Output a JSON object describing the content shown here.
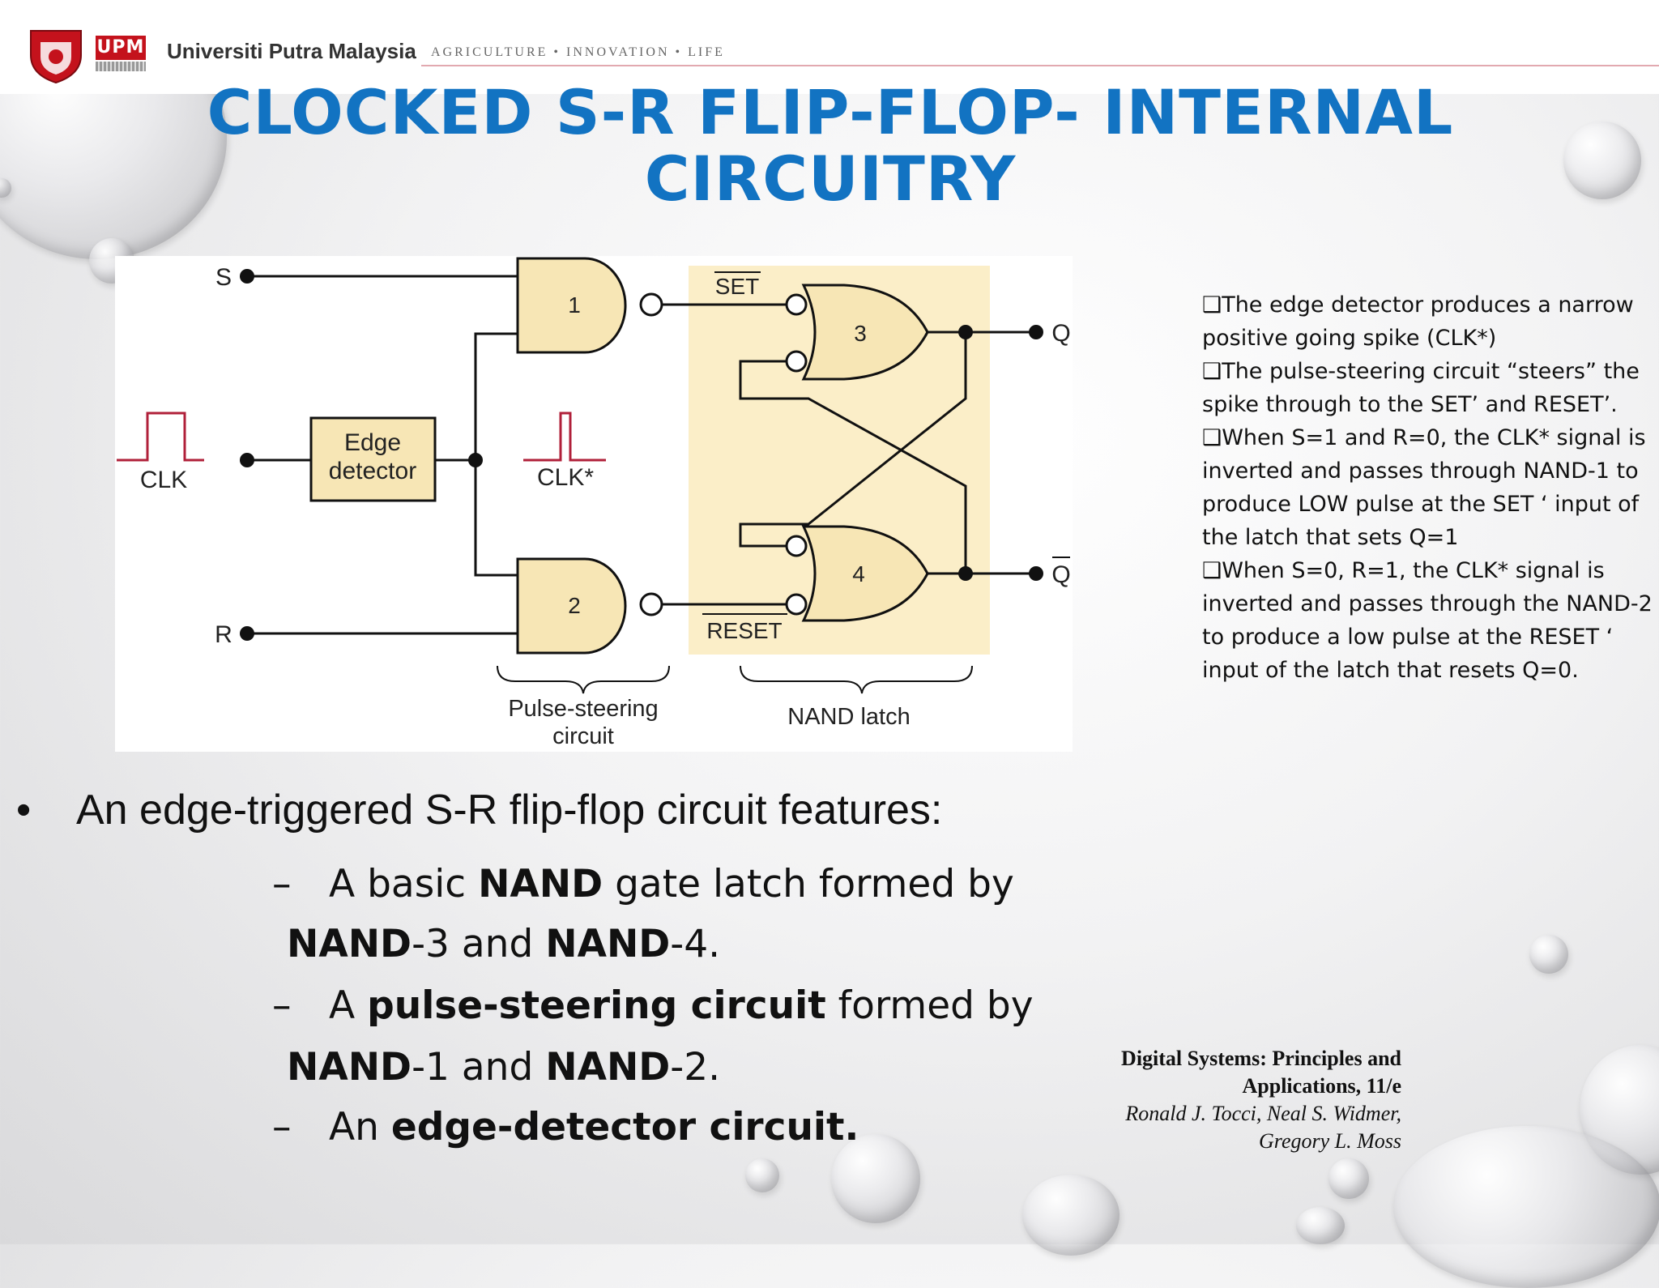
{
  "header": {
    "upm_badge": "UPM",
    "university_name": "Universiti Putra Malaysia",
    "tagline": "AGRICULTURE • INNOVATION • LIFE"
  },
  "title": {
    "line1": "CLOCKED S-R FLIP-FLOP- INTERNAL",
    "line2": "CIRCUITRY"
  },
  "diagram": {
    "input_s": "S",
    "input_r": "R",
    "input_clk": "CLK",
    "edge_detector_line1": "Edge",
    "edge_detector_line2": "detector",
    "clk_star": "CLK*",
    "gate1": "1",
    "gate2": "2",
    "gate3": "3",
    "gate4": "4",
    "set_label": "SET",
    "reset_label": "RESET",
    "output_q": "Q",
    "output_qbar": "Q",
    "pulse_steering_line1": "Pulse-steering",
    "pulse_steering_line2": "circuit",
    "nand_latch": "NAND latch"
  },
  "notes": [
    "❑The edge detector produces a narrow positive going spike (CLK*)",
    "❑The pulse-steering circuit “steers” the spike through to the SET’ and RESET’.",
    "❑When S=1 and R=0, the CLK* signal is inverted and passes through NAND-1 to produce LOW pulse at the SET ‘ input of the latch that sets Q=1",
    "❑When S=0, R=1, the CLK* signal is inverted and passes through the NAND-2 to produce a low pulse at the RESET ‘ input of the latch that resets Q=0."
  ],
  "bullets": {
    "marker": "•",
    "main": "An edge-triggered S-R flip-flop circuit features:",
    "dash": "–",
    "sub1_a": "A basic ",
    "sub1_b": "NAND",
    "sub1_c": " gate latch formed by",
    "sub1_d": "NAND",
    "sub1_e": "-3 and ",
    "sub1_f": "NAND",
    "sub1_g": "-4.",
    "sub2_a": "A ",
    "sub2_b": "pulse-steering circuit",
    "sub2_c": " formed by",
    "sub2_d": "NAND",
    "sub2_e": "-1 and ",
    "sub2_f": "NAND",
    "sub2_g": "-2.",
    "sub3_a": "An ",
    "sub3_b": "edge-detector circuit."
  },
  "credit": {
    "line1": "Digital Systems: Principles and",
    "line2": "Applications, 11/e",
    "line3": "Ronald J. Tocci, Neal S. Widmer,",
    "line4": "Gregory L. Moss"
  },
  "colors": {
    "title": "#1273c2",
    "gate_fill": "#f7e6b5",
    "latch_bg": "#fbeec8",
    "clk_wave": "#b0203a",
    "upm_red": "#c4121c"
  }
}
